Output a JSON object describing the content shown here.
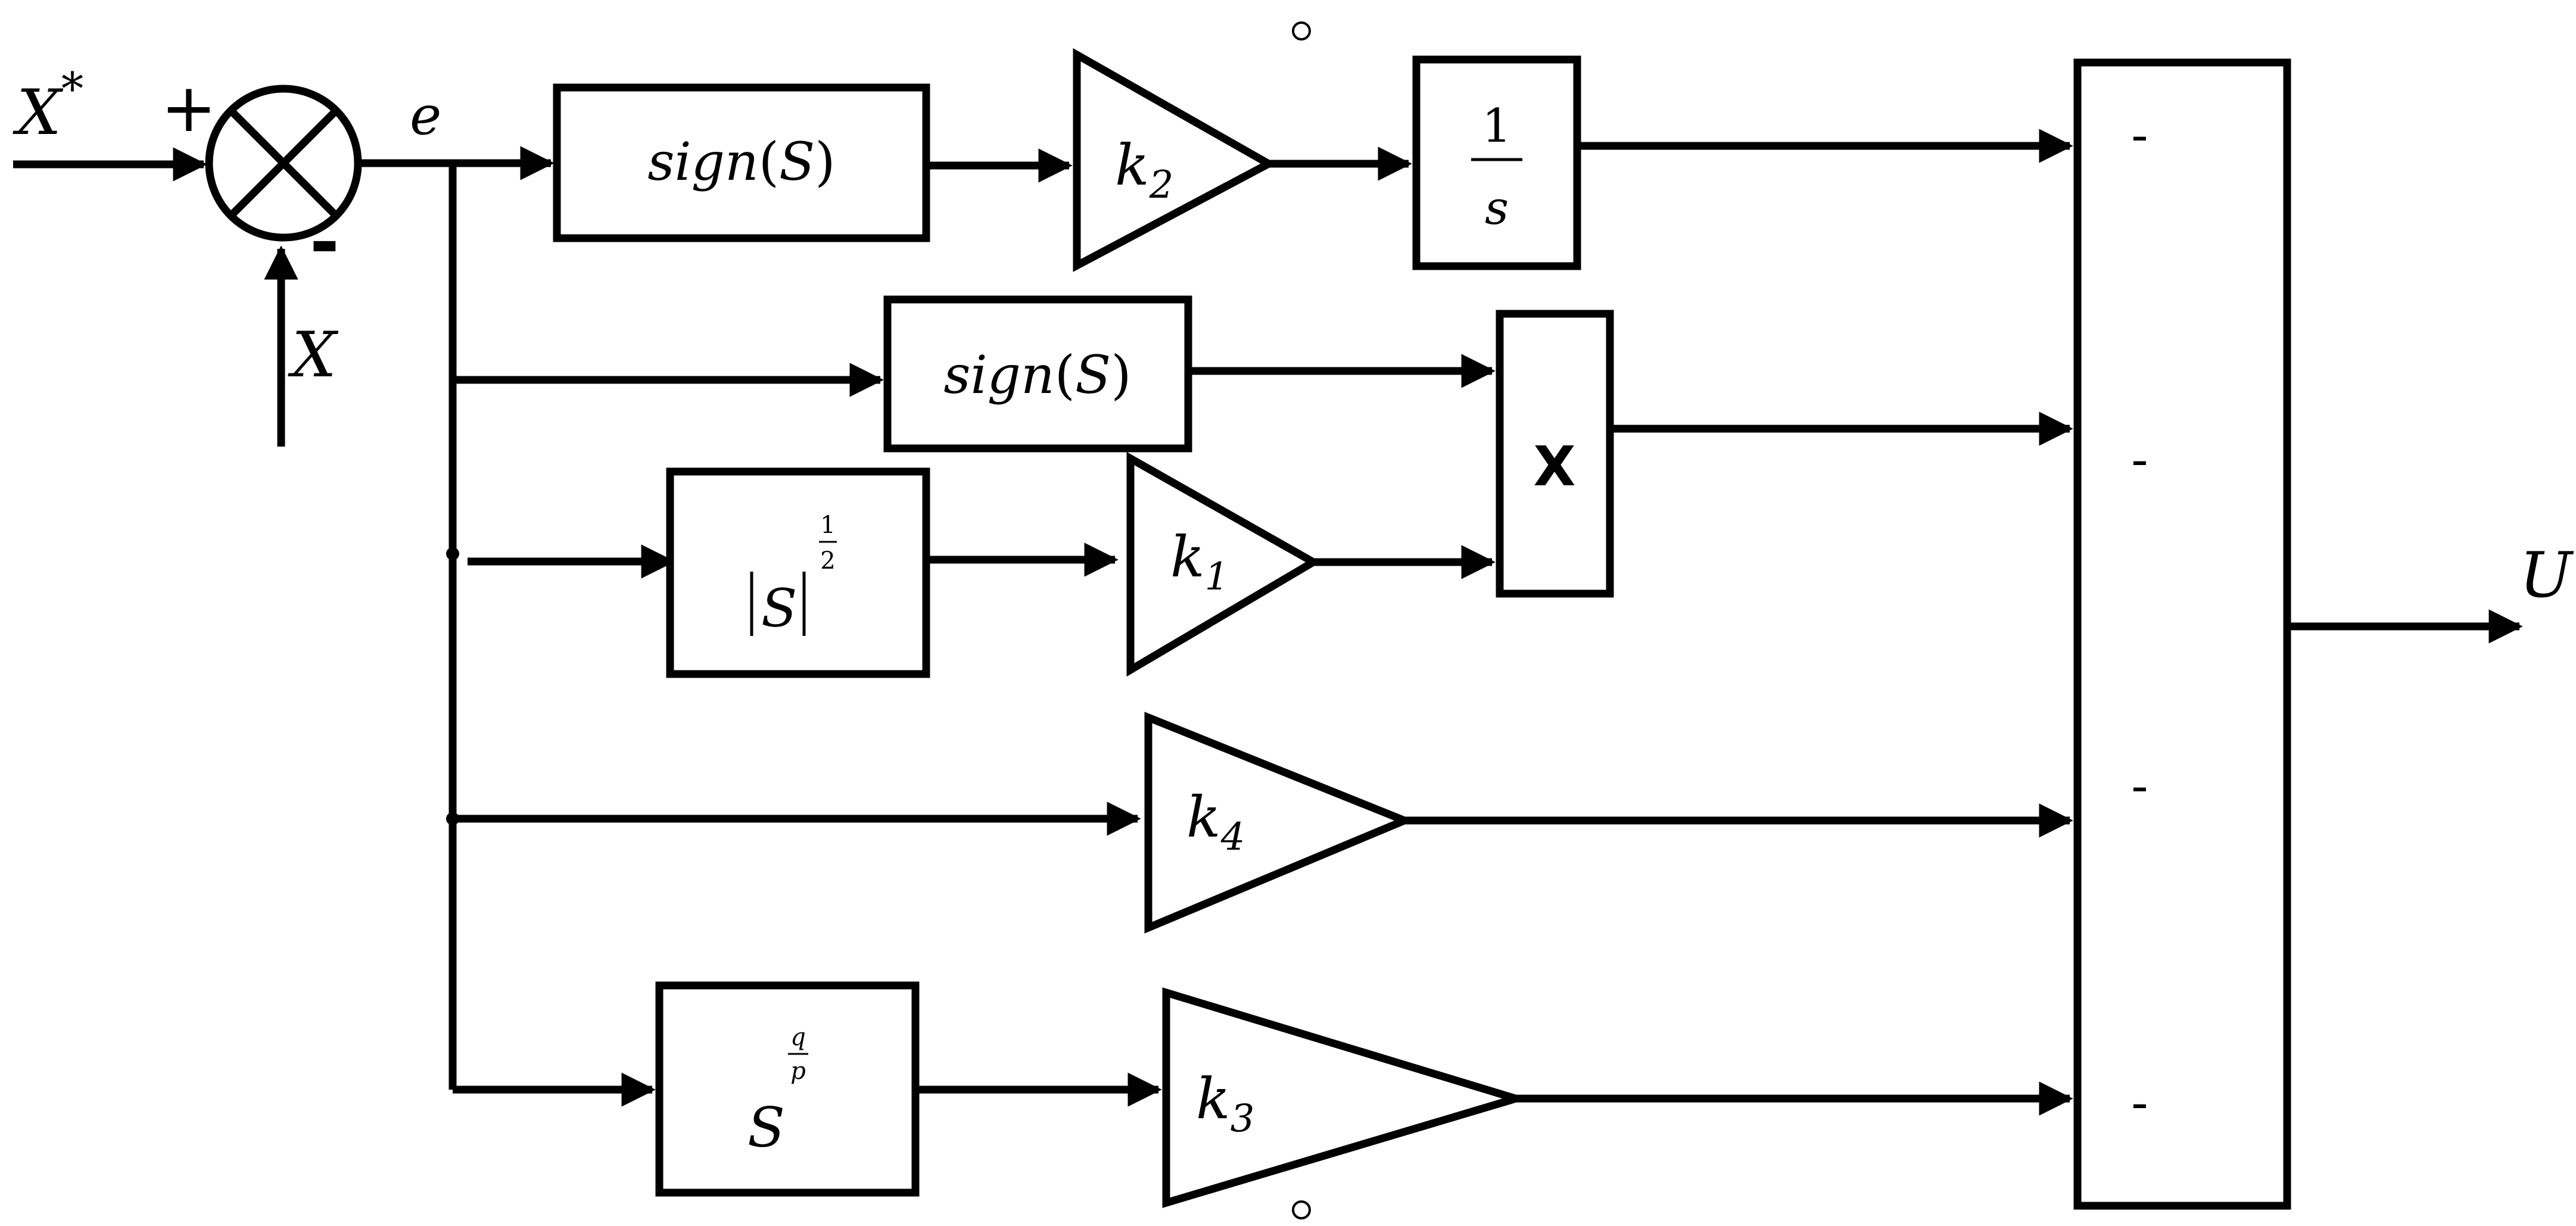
{
  "reference": {
    "base": "X",
    "superscript": "*",
    "sign": "+"
  },
  "feedback": {
    "label": "X",
    "sign": "-"
  },
  "error_signal": "e",
  "branches": {
    "integral": {
      "sign_block": {
        "func": "sign",
        "open": "(",
        "arg": "S",
        "close": ")"
      },
      "gain": {
        "base": "k",
        "sub": "2"
      },
      "integrator": {
        "num": "1",
        "den": "s"
      }
    },
    "root": {
      "sign_block": {
        "func": "sign",
        "open": "(",
        "arg": "S",
        "close": ")"
      },
      "abs_block": {
        "arg": "S",
        "exp_num": "1",
        "exp_den": "2"
      },
      "gain": {
        "base": "k",
        "sub": "1"
      },
      "multiplier": "X"
    },
    "proportional": {
      "gain": {
        "base": "k",
        "sub": "4"
      }
    },
    "power": {
      "power_block": {
        "base": "S",
        "exp_num": "q",
        "exp_den": "p"
      },
      "gain": {
        "base": "k",
        "sub": "3"
      }
    }
  },
  "summing_signs": [
    "-",
    "-",
    "-",
    "-"
  ],
  "output": "U"
}
